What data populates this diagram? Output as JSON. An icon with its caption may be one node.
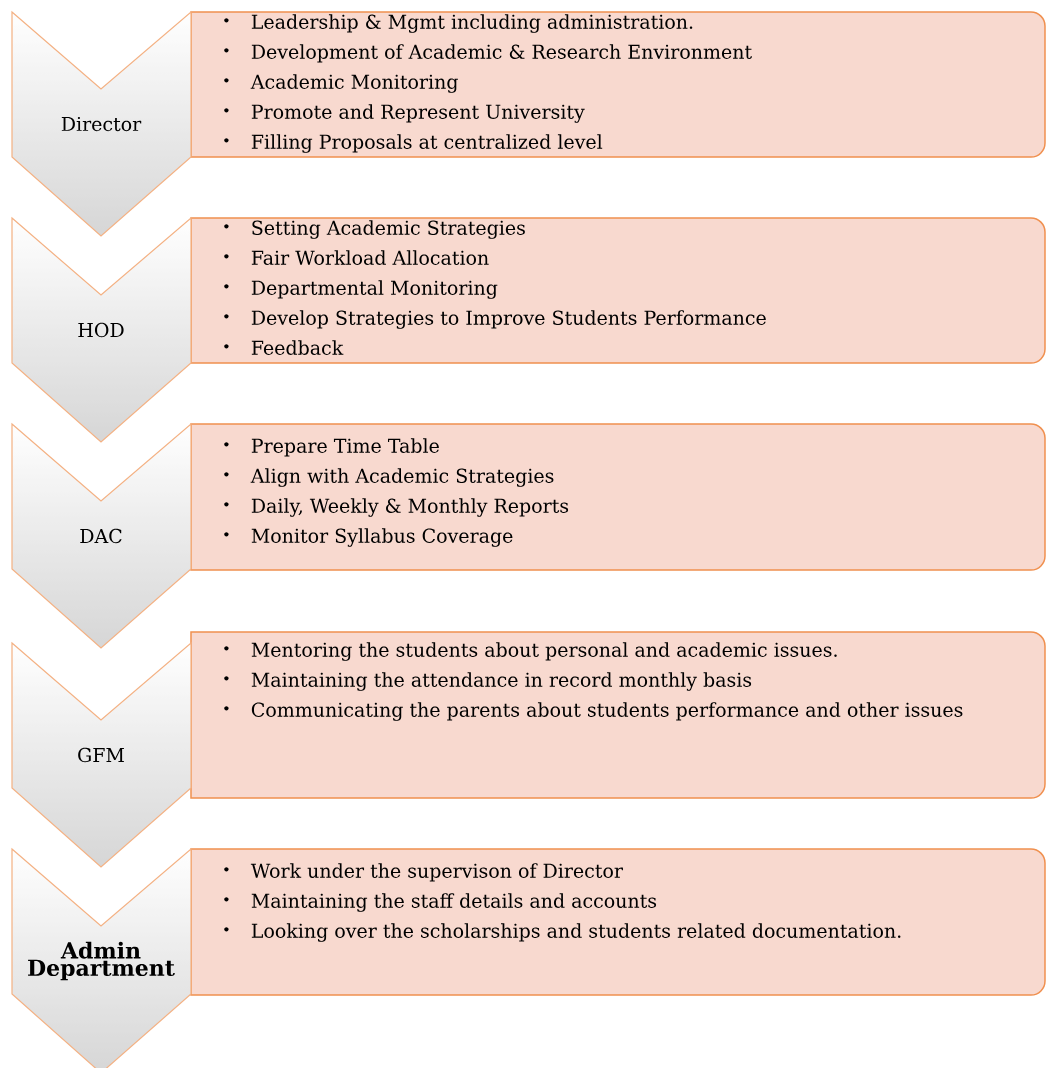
{
  "diagram": {
    "nodes": [
      {
        "text": [
          "Director"
        ]
      },
      {
        "text": [
          "Leadership & Mgmt including administration.",
          "Development of Academic & Research Environment",
          "Academic Monitoring",
          "Promote and Represent University",
          "Filling Proposals at centralized level"
        ]
      },
      {
        "text": [
          "HOD"
        ]
      },
      {
        "text": [
          "Setting Academic Strategies",
          "Fair Workload Allocation",
          "Departmental Monitoring",
          "Develop Strategies to Improve Students Performance",
          "Feedback"
        ]
      },
      {
        "text": [
          "DAC"
        ]
      },
      {
        "text": [
          "Prepare Time Table",
          "Align with Academic Strategies",
          "Daily, Weekly & Monthly Reports",
          "Monitor Syllabus  Coverage"
        ]
      },
      {
        "text": [
          "GFM"
        ]
      },
      {
        "text": [
          "Mentoring the students about personal and academic issues.",
          "Maintaining the attendance in record monthly basis",
          "Communicating the parents about students performance and other issues"
        ]
      },
      {
        "text": [
          "Admin Department"
        ]
      },
      {
        "text": [
          "Work under the supervison of Director",
          "Maintaining the staff details and accounts",
          "Looking over the scholarships  and students related documentation."
        ]
      }
    ]
  }
}
